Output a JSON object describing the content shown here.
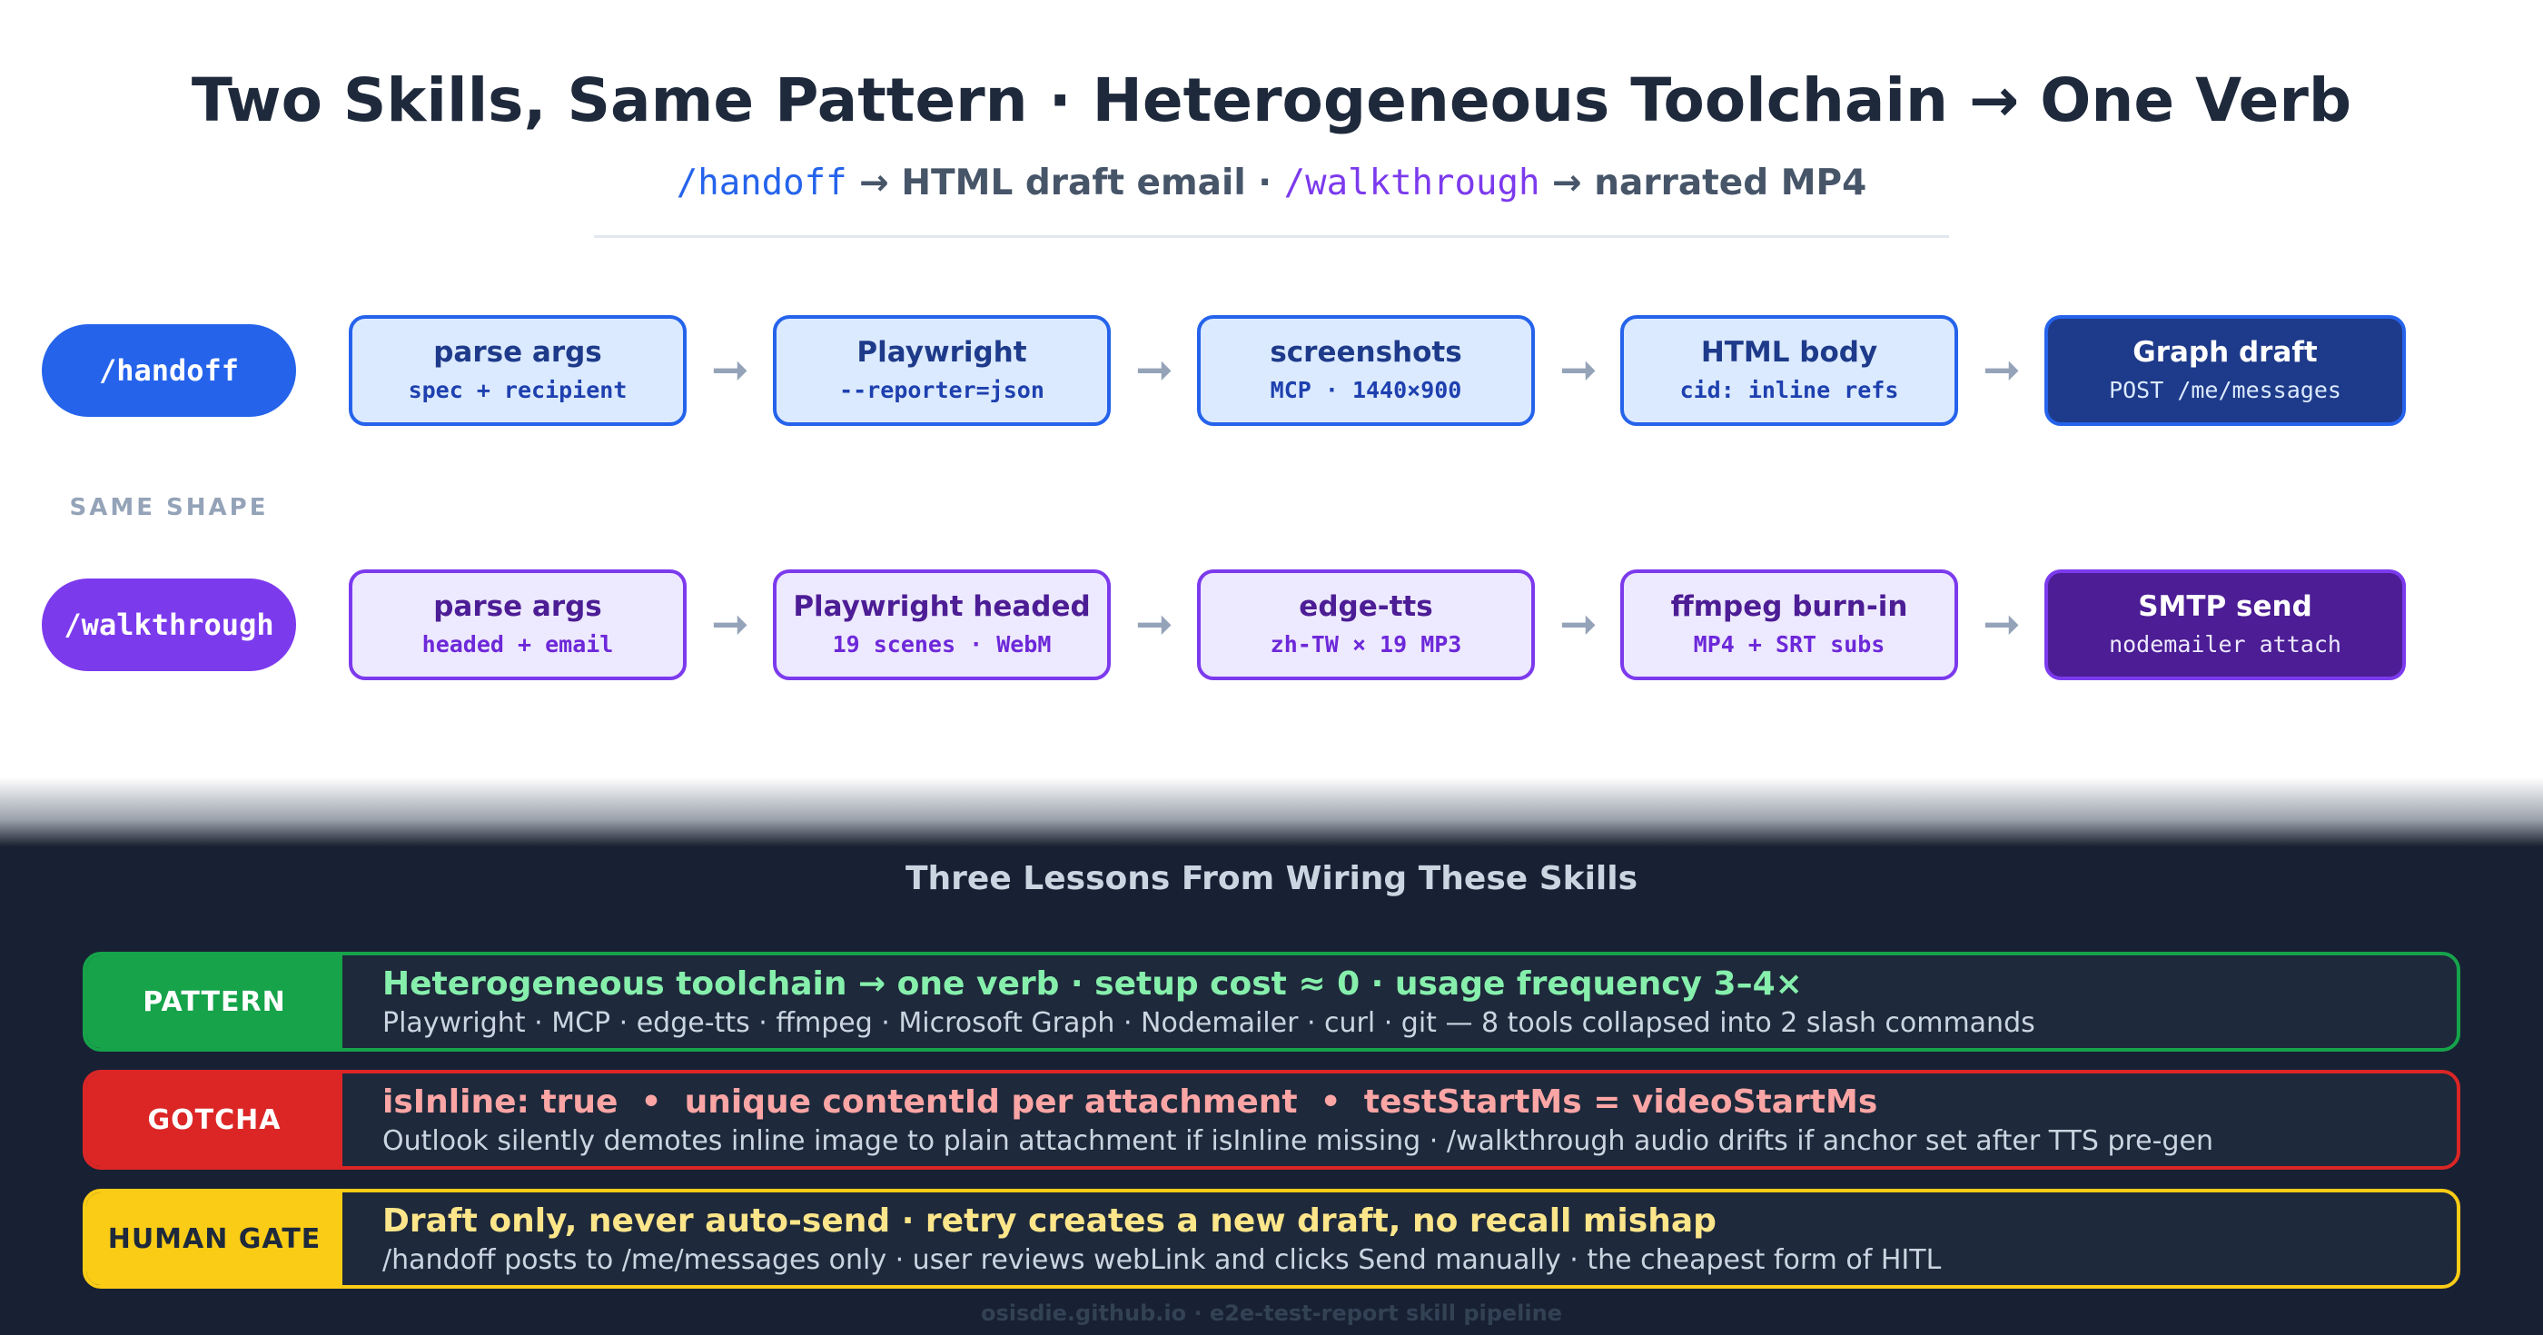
{
  "header": {
    "title": "Two Skills, Same Pattern · Heterogeneous Toolchain → One Verb",
    "subtitle": {
      "cmd1": "/handoff",
      "part1": " → HTML draft email · ",
      "cmd2": "/walkthrough",
      "part2": " → narrated MP4"
    }
  },
  "rows": {
    "handoff": {
      "label": "/handoff",
      "steps": [
        {
          "title": "parse args",
          "sub": "spec + recipient"
        },
        {
          "title": "Playwright",
          "sub": "--reporter=json"
        },
        {
          "title": "screenshots",
          "sub": "MCP · 1440×900"
        },
        {
          "title": "HTML body",
          "sub": "cid: inline refs"
        },
        {
          "title": "Graph draft",
          "sub": "POST /me/messages"
        }
      ]
    },
    "separator": "SAME SHAPE",
    "walkthrough": {
      "label": "/walkthrough",
      "steps": [
        {
          "title": "parse args",
          "sub": "headed + email"
        },
        {
          "title": "Playwright headed",
          "sub": "19 scenes · WebM"
        },
        {
          "title": "edge-tts",
          "sub": "zh-TW × 19 MP3"
        },
        {
          "title": "ffmpeg burn-in",
          "sub": "MP4 + SRT subs"
        },
        {
          "title": "SMTP send",
          "sub": "nodemailer attach"
        }
      ]
    },
    "arrow": "➞"
  },
  "lessons": {
    "title": "Three Lessons From Wiring These Skills",
    "items": [
      {
        "tag": "PATTERN",
        "headline": "Heterogeneous toolchain → one verb · setup cost ≈ 0 · usage frequency 3–4×",
        "detail": "Playwright · MCP · edge-tts · ffmpeg · Microsoft Graph · Nodemailer · curl · git — 8 tools collapsed into 2 slash commands"
      },
      {
        "tag": "GOTCHA",
        "headline": "isInline: true  •  unique contentId per attachment  •  testStartMs = videoStartMs",
        "detail": "Outlook silently demotes inline image to plain attachment if isInline missing · /walkthrough audio drifts if anchor set after TTS pre-gen"
      },
      {
        "tag": "HUMAN GATE",
        "headline": "Draft only, never auto-send · retry creates a new draft, no recall mishap",
        "detail": "/handoff posts to /me/messages only · user reviews webLink and clicks Send manually · the cheapest form of HITL"
      }
    ]
  },
  "footer": "osisdie.github.io · e2e-test-report skill pipeline",
  "colors": {
    "blue": "#2563eb",
    "purple": "#7c3aed",
    "green": "#16a34a",
    "red": "#dc2626",
    "yellow": "#facc15",
    "dark_bg": "#182034"
  }
}
